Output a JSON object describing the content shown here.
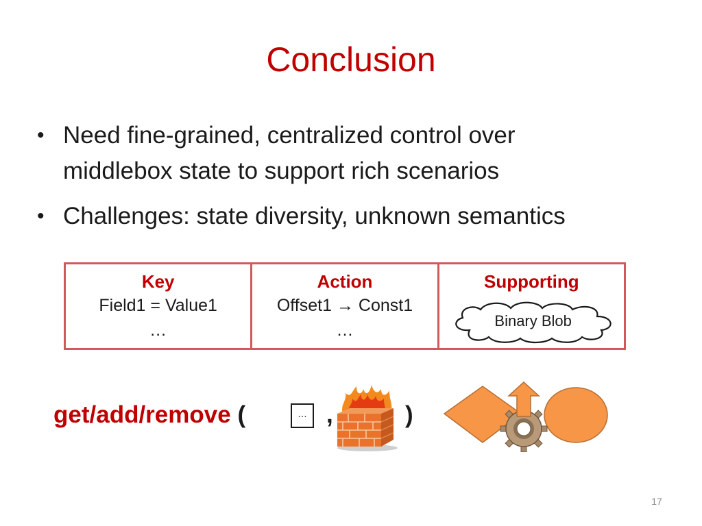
{
  "slide": {
    "title": "Conclusion",
    "page_number": "17"
  },
  "bullets": [
    {
      "text": "Need fine-grained, centralized control over",
      "text2": "middlebox state to support rich scenarios"
    },
    {
      "text": "Challenges: state diversity, unknown semantics"
    }
  ],
  "bullet_symbol": "•",
  "state_table": {
    "key": {
      "header": "Key",
      "line1": "Field1 = Value1",
      "line2": "…"
    },
    "action": {
      "header": "Action",
      "line1": "Offset1 → Const1",
      "line2": "…"
    },
    "supporting": {
      "header": "Supporting",
      "blob": "Binary Blob"
    }
  },
  "api": {
    "function": "get/add/remove",
    "open_paren": "(",
    "box_text": "…",
    "comma": ",",
    "close_paren": ")"
  },
  "colors": {
    "accent_red": "#c00000",
    "table_border": "#d05a5a",
    "shape_orange": "#f79646",
    "shape_orange_border": "#b66d31"
  },
  "icons": [
    "firewall-icon",
    "diamond-shape",
    "gear-icon",
    "up-arrow-icon",
    "ellipse-shape"
  ]
}
